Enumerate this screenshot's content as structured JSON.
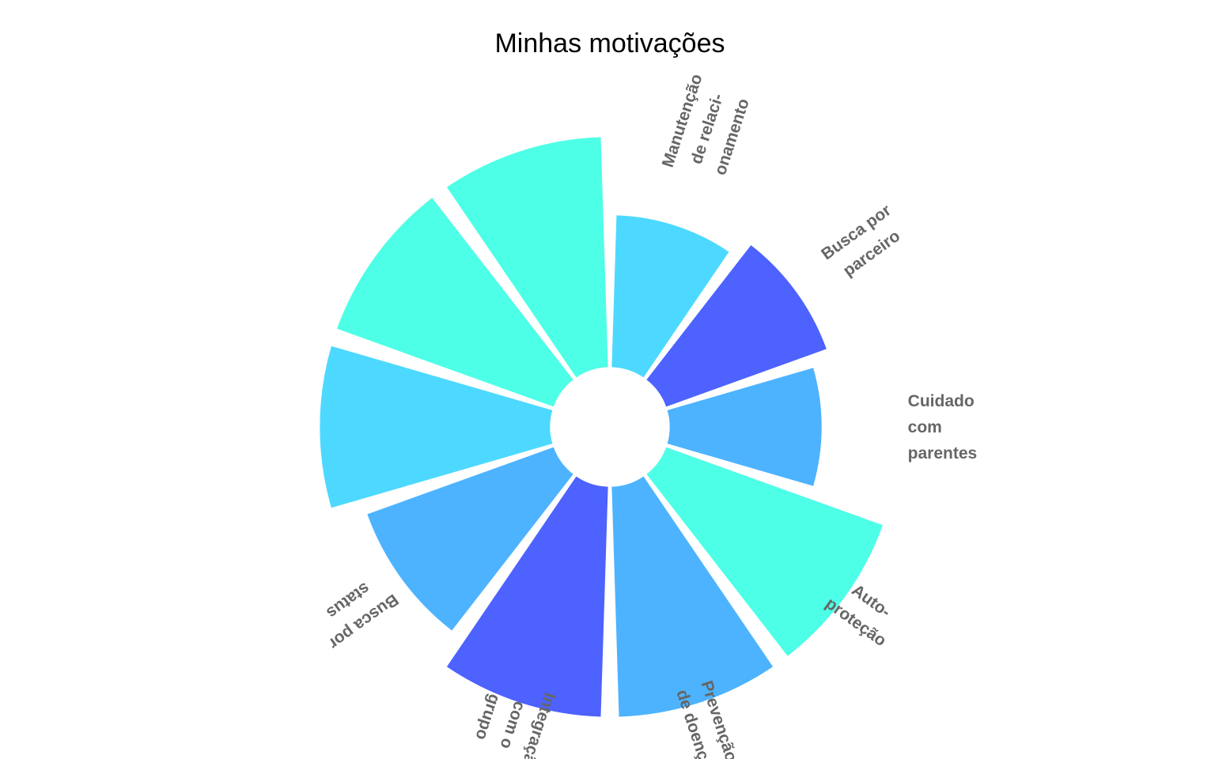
{
  "chart_data": {
    "type": "bar",
    "subtype": "circular-bar",
    "title": "Minhas motivações",
    "categories": [
      [
        "Manutenção",
        "de relaci-",
        "onamento"
      ],
      [
        "Busca por",
        "parceiro"
      ],
      [
        "Cuidado",
        "com",
        "parentes"
      ],
      [
        "Auto-",
        "proteção"
      ],
      [
        "Prevenção",
        "de doença"
      ],
      [
        "Integração",
        "com o",
        "grupo"
      ],
      [
        "Busca por",
        "status"
      ],
      [
        "",
        ""
      ],
      [
        "",
        ""
      ],
      [
        "",
        ""
      ]
    ],
    "values": [
      3.3,
      3.7,
      3.3,
      5.0,
      5.0,
      5.0,
      4.3,
      5.0,
      5.0,
      5.0
    ],
    "colors": [
      "#4dd9ff",
      "#4d62ff",
      "#4db3ff",
      "#4dffe6",
      "#4db3ff",
      "#4d62ff",
      "#4db3ff",
      "#4dd9ff",
      "#4dffe6",
      "#4dffe6"
    ],
    "ylim": [
      -1.3,
      5.0
    ],
    "grid": false,
    "legend": "none"
  }
}
